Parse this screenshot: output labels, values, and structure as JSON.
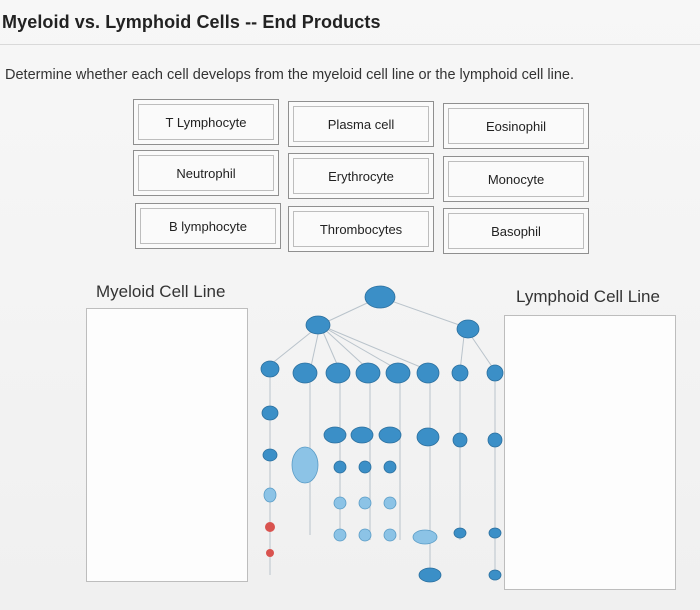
{
  "title": "Myeloid vs. Lymphoid Cells -- End Products",
  "instructions": "Determine whether each cell develops from the myeloid cell line or the lymphoid cell line.",
  "tiles": [
    {
      "label": "T Lymphocyte"
    },
    {
      "label": "Plasma cell"
    },
    {
      "label": "Eosinophil"
    },
    {
      "label": "Neutrophil"
    },
    {
      "label": "Erythrocyte"
    },
    {
      "label": "Monocyte"
    },
    {
      "label": "B lymphocyte"
    },
    {
      "label": "Thrombocytes"
    },
    {
      "label": "Basophil"
    }
  ],
  "zones": {
    "myeloid_label": "Myeloid Cell Line",
    "lymphoid_label": "Lymphoid Cell Line"
  },
  "diagram": {
    "icon": "hematopoiesis-diagram",
    "cell_color": "#3b8fc7",
    "cell_light_color": "#8cc3e6",
    "cell_red_color": "#d9534f"
  }
}
